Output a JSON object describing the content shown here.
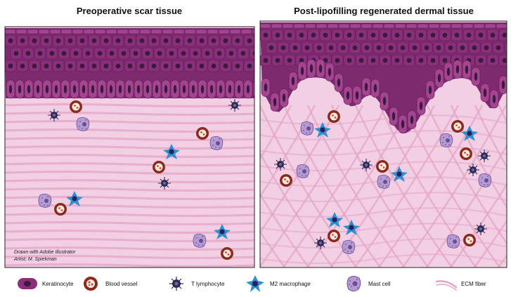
{
  "panels": {
    "left_title": "Preoperative scar tissue",
    "right_title": "Post-lipofilling regenerated dermal tissue"
  },
  "credit": {
    "line1": "Drawn with Adobe Illustrator",
    "line2": "Artist: M. Spiekman"
  },
  "legend": [
    {
      "label": "Keratinocyte",
      "icon": "keratinocyte-icon"
    },
    {
      "label": "Blood vessel",
      "icon": "blood-vessel-icon"
    },
    {
      "label": "T lymphocyte",
      "icon": "t-lymphocyte-icon"
    },
    {
      "label": "M2 macrophage",
      "icon": "m2-macrophage-icon"
    },
    {
      "label": "Mast cell",
      "icon": "mast-cell-icon"
    },
    {
      "label": "ECM fiber",
      "icon": "ecm-fiber-icon"
    }
  ],
  "colors": {
    "dermis": "#f2cfe2",
    "fiber": "#e3a3c6",
    "keratinocyte": "#8a2f7a",
    "keratinocyte_light": "#a54591",
    "nucleus": "#3a1a3d",
    "vessel": "#8b2a1c",
    "t_cell": "#2f2a55",
    "macrophage": "#2f8fd0",
    "mast": "#9b7cc0"
  }
}
